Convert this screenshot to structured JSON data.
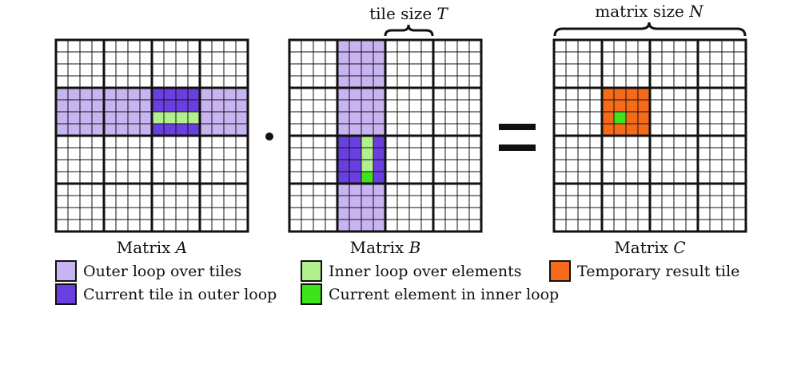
{
  "labels": {
    "tile_size": {
      "text": "tile size ",
      "var": "T"
    },
    "matrix_size": {
      "text": "matrix size ",
      "var": "N"
    }
  },
  "matrices": [
    {
      "id": "A",
      "label": "Matrix ",
      "var": "A"
    },
    {
      "id": "B",
      "label": "Matrix ",
      "var": "B"
    },
    {
      "id": "C",
      "label": "Matrix ",
      "var": "C"
    }
  ],
  "operators": {
    "multiply": "dot",
    "equals": "equals"
  },
  "grid": {
    "tiles_per_side": 4,
    "cells_per_tile": 4
  },
  "highlights": {
    "A": {
      "outer_row_tile": 1,
      "current_tile_col": 2,
      "inner_cell_row": 2
    },
    "B": {
      "outer_col_tile": 1,
      "current_tile_row": 2,
      "inner_cell_col": 2
    },
    "C": {
      "result_tile_row": 1,
      "result_tile_col": 1,
      "current_cell_row": 2,
      "current_cell_col": 1
    }
  },
  "legend": [
    {
      "label": "Outer loop over tiles",
      "color": "#c9b4f2"
    },
    {
      "label": "Current tile in outer loop",
      "color": "#6a3fe0"
    },
    {
      "label": "Inner loop over elements",
      "color": "#b2ef8d"
    },
    {
      "label": "Current element in inner loop",
      "color": "#3ee41a"
    },
    {
      "label": "Temporary result tile",
      "color": "#f56b1a"
    }
  ]
}
